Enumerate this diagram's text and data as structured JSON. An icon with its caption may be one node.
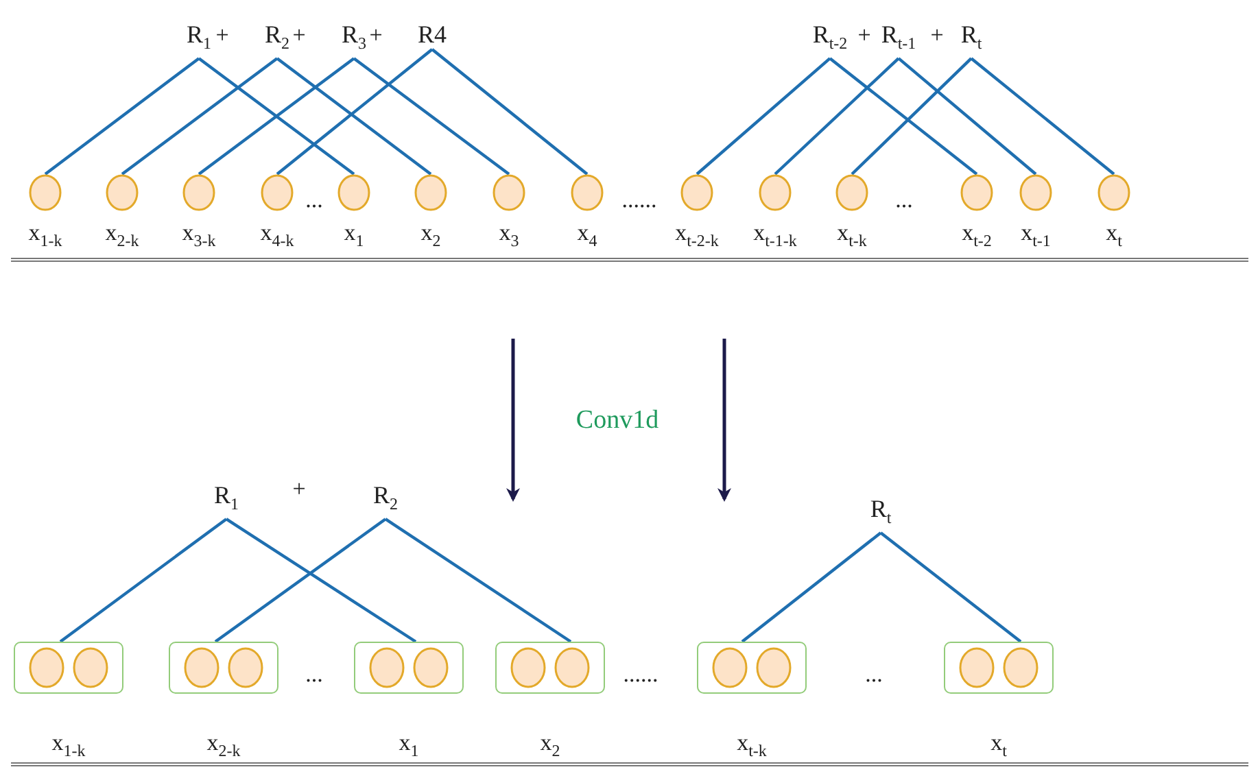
{
  "diagram": {
    "nodes": [
      {
        "text": [
          "R$_{1}$"
        ]
      },
      {
        "text": [
          "R$_{2}$"
        ]
      },
      {
        "text": [
          "R$_{3}$"
        ]
      },
      {
        "text": [
          "R4"
        ]
      },
      {
        "text": [
          "R$_{t-2}$"
        ]
      },
      {
        "text": [
          "R$_{t-1}$"
        ]
      },
      {
        "text": [
          "R$_{t}$"
        ]
      },
      {
        "text": [
          "x$_{1-k}$"
        ]
      },
      {
        "text": [
          "x$_{2-k}$"
        ]
      },
      {
        "text": [
          "x$_{3-k}$"
        ]
      },
      {
        "text": [
          "x$_{4-k}$"
        ]
      },
      {
        "text": [
          "x$_{1}$"
        ]
      },
      {
        "text": [
          "x$_{2}$"
        ]
      },
      {
        "text": [
          "x$_{3}$"
        ]
      },
      {
        "text": [
          "x$_{4}$"
        ]
      },
      {
        "text": [
          "x$_{t-2-k}$"
        ]
      },
      {
        "text": [
          "x$_{t-1-k}$"
        ]
      },
      {
        "text": [
          "x$_{t-k}$"
        ]
      },
      {
        "text": [
          "x$_{t-2}$"
        ]
      },
      {
        "text": [
          "x$_{t-1}$"
        ]
      },
      {
        "text": [
          "x$_{t}$"
        ]
      },
      {
        "text": [
          "R$_{1}$"
        ]
      },
      {
        "text": [
          "R$_{2}$"
        ]
      },
      {
        "text": [
          "R$_{t}$"
        ]
      },
      {
        "text": [
          "x$_{1-k}$"
        ]
      },
      {
        "text": [],
        "shape": "circle",
        "in": 24
      },
      {
        "text": [],
        "shape": "circle",
        "in": 24
      },
      {
        "text": [
          "x$_{2-k}$"
        ]
      },
      {
        "text": [],
        "shape": "circle",
        "in": 27
      },
      {
        "text": [],
        "shape": "circle",
        "in": 27
      },
      {
        "text": [
          "x$_{1}$"
        ]
      },
      {
        "text": [],
        "shape": "circle",
        "in": 30
      },
      {
        "text": [],
        "shape": "circle",
        "in": 30
      },
      {
        "text": [
          "x$_{2}$"
        ]
      },
      {
        "text": [],
        "shape": "circle",
        "in": 33
      },
      {
        "text": [],
        "shape": "circle",
        "in": 33
      },
      {
        "text": [
          "x$_{t-k}$"
        ]
      },
      {
        "text": [],
        "shape": "circle",
        "in": 36
      },
      {
        "text": [],
        "shape": "circle",
        "in": 36
      },
      {
        "text": [
          "x$_{t}$"
        ]
      },
      {
        "text": [],
        "shape": "circle",
        "in": 39
      },
      {
        "text": [],
        "shape": "circle",
        "in": 39
      }
    ],
    "edges": [
      {
        "from": 0,
        "to": 7,
        "arrow": "none"
      },
      {
        "from": 0,
        "to": 11,
        "arrow": "none"
      },
      {
        "from": 1,
        "to": 8,
        "arrow": "none"
      },
      {
        "from": 1,
        "to": 12,
        "arrow": "none"
      },
      {
        "from": 2,
        "to": 9,
        "arrow": "none"
      },
      {
        "from": 2,
        "to": 13,
        "arrow": "none"
      },
      {
        "from": 3,
        "to": 10,
        "arrow": "none"
      },
      {
        "from": 3,
        "to": 14,
        "arrow": "none"
      },
      {
        "from": 4,
        "to": 15,
        "arrow": "none"
      },
      {
        "from": 4,
        "to": 18,
        "arrow": "none"
      },
      {
        "from": 5,
        "to": 16,
        "arrow": "none"
      },
      {
        "from": 5,
        "to": 19,
        "arrow": "none"
      },
      {
        "from": 6,
        "to": 17,
        "arrow": "none"
      },
      {
        "from": 6,
        "to": 20,
        "arrow": "none"
      },
      {
        "from": 21,
        "to": 24,
        "arrow": "none"
      },
      {
        "from": 21,
        "to": 30,
        "arrow": "none"
      },
      {
        "from": 22,
        "to": 27,
        "arrow": "none"
      },
      {
        "from": 22,
        "to": 33,
        "arrow": "none"
      },
      {
        "from": 23,
        "to": 36,
        "arrow": "none"
      },
      {
        "from": 23,
        "to": 39,
        "arrow": "none"
      }
    ],
    "labels": [
      "+",
      "+",
      "+",
      "+",
      "+",
      "...",
      "......",
      "...",
      "Conv1d",
      "+",
      "...",
      "......",
      "..."
    ]
  }
}
